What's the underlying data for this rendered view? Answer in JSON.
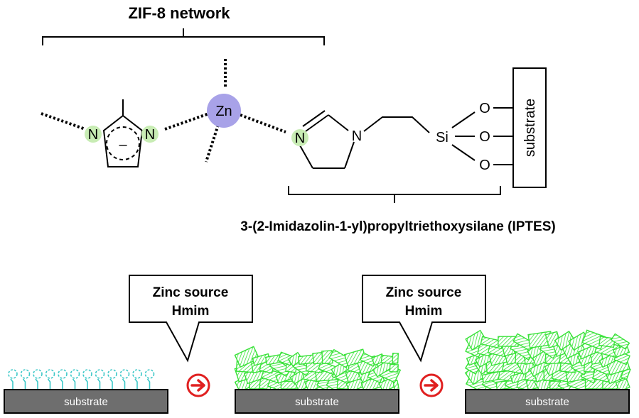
{
  "top": {
    "network_label": "ZIF-8 network",
    "silane_label": "3-(2-Imidazolin-1-yl)propyltriethoxysilane (IPTES)",
    "metal": "Zn",
    "imidazolate": {
      "n_left": "N",
      "n_right": "N",
      "charge": "–"
    },
    "imidazoline": {
      "n_ring": "N",
      "n_chain": "N"
    },
    "silicon": "Si",
    "oxygens": [
      "O",
      "O",
      "O"
    ],
    "substrate": "substrate"
  },
  "bottom": {
    "callouts": [
      {
        "line1": "Zinc source",
        "line2": "Hmim"
      },
      {
        "line1": "Zinc source",
        "line2": "Hmim"
      }
    ],
    "substrates": [
      "substrate",
      "substrate",
      "substrate"
    ],
    "colors": {
      "zif_green": "#38e238",
      "linker_cyan": "#3cc8c8",
      "substrate_gray": "#6e6e6e",
      "arrow_red": "#e02020",
      "node_green": "#c8ecb4",
      "zn_purple": "#a8a2e8"
    }
  }
}
